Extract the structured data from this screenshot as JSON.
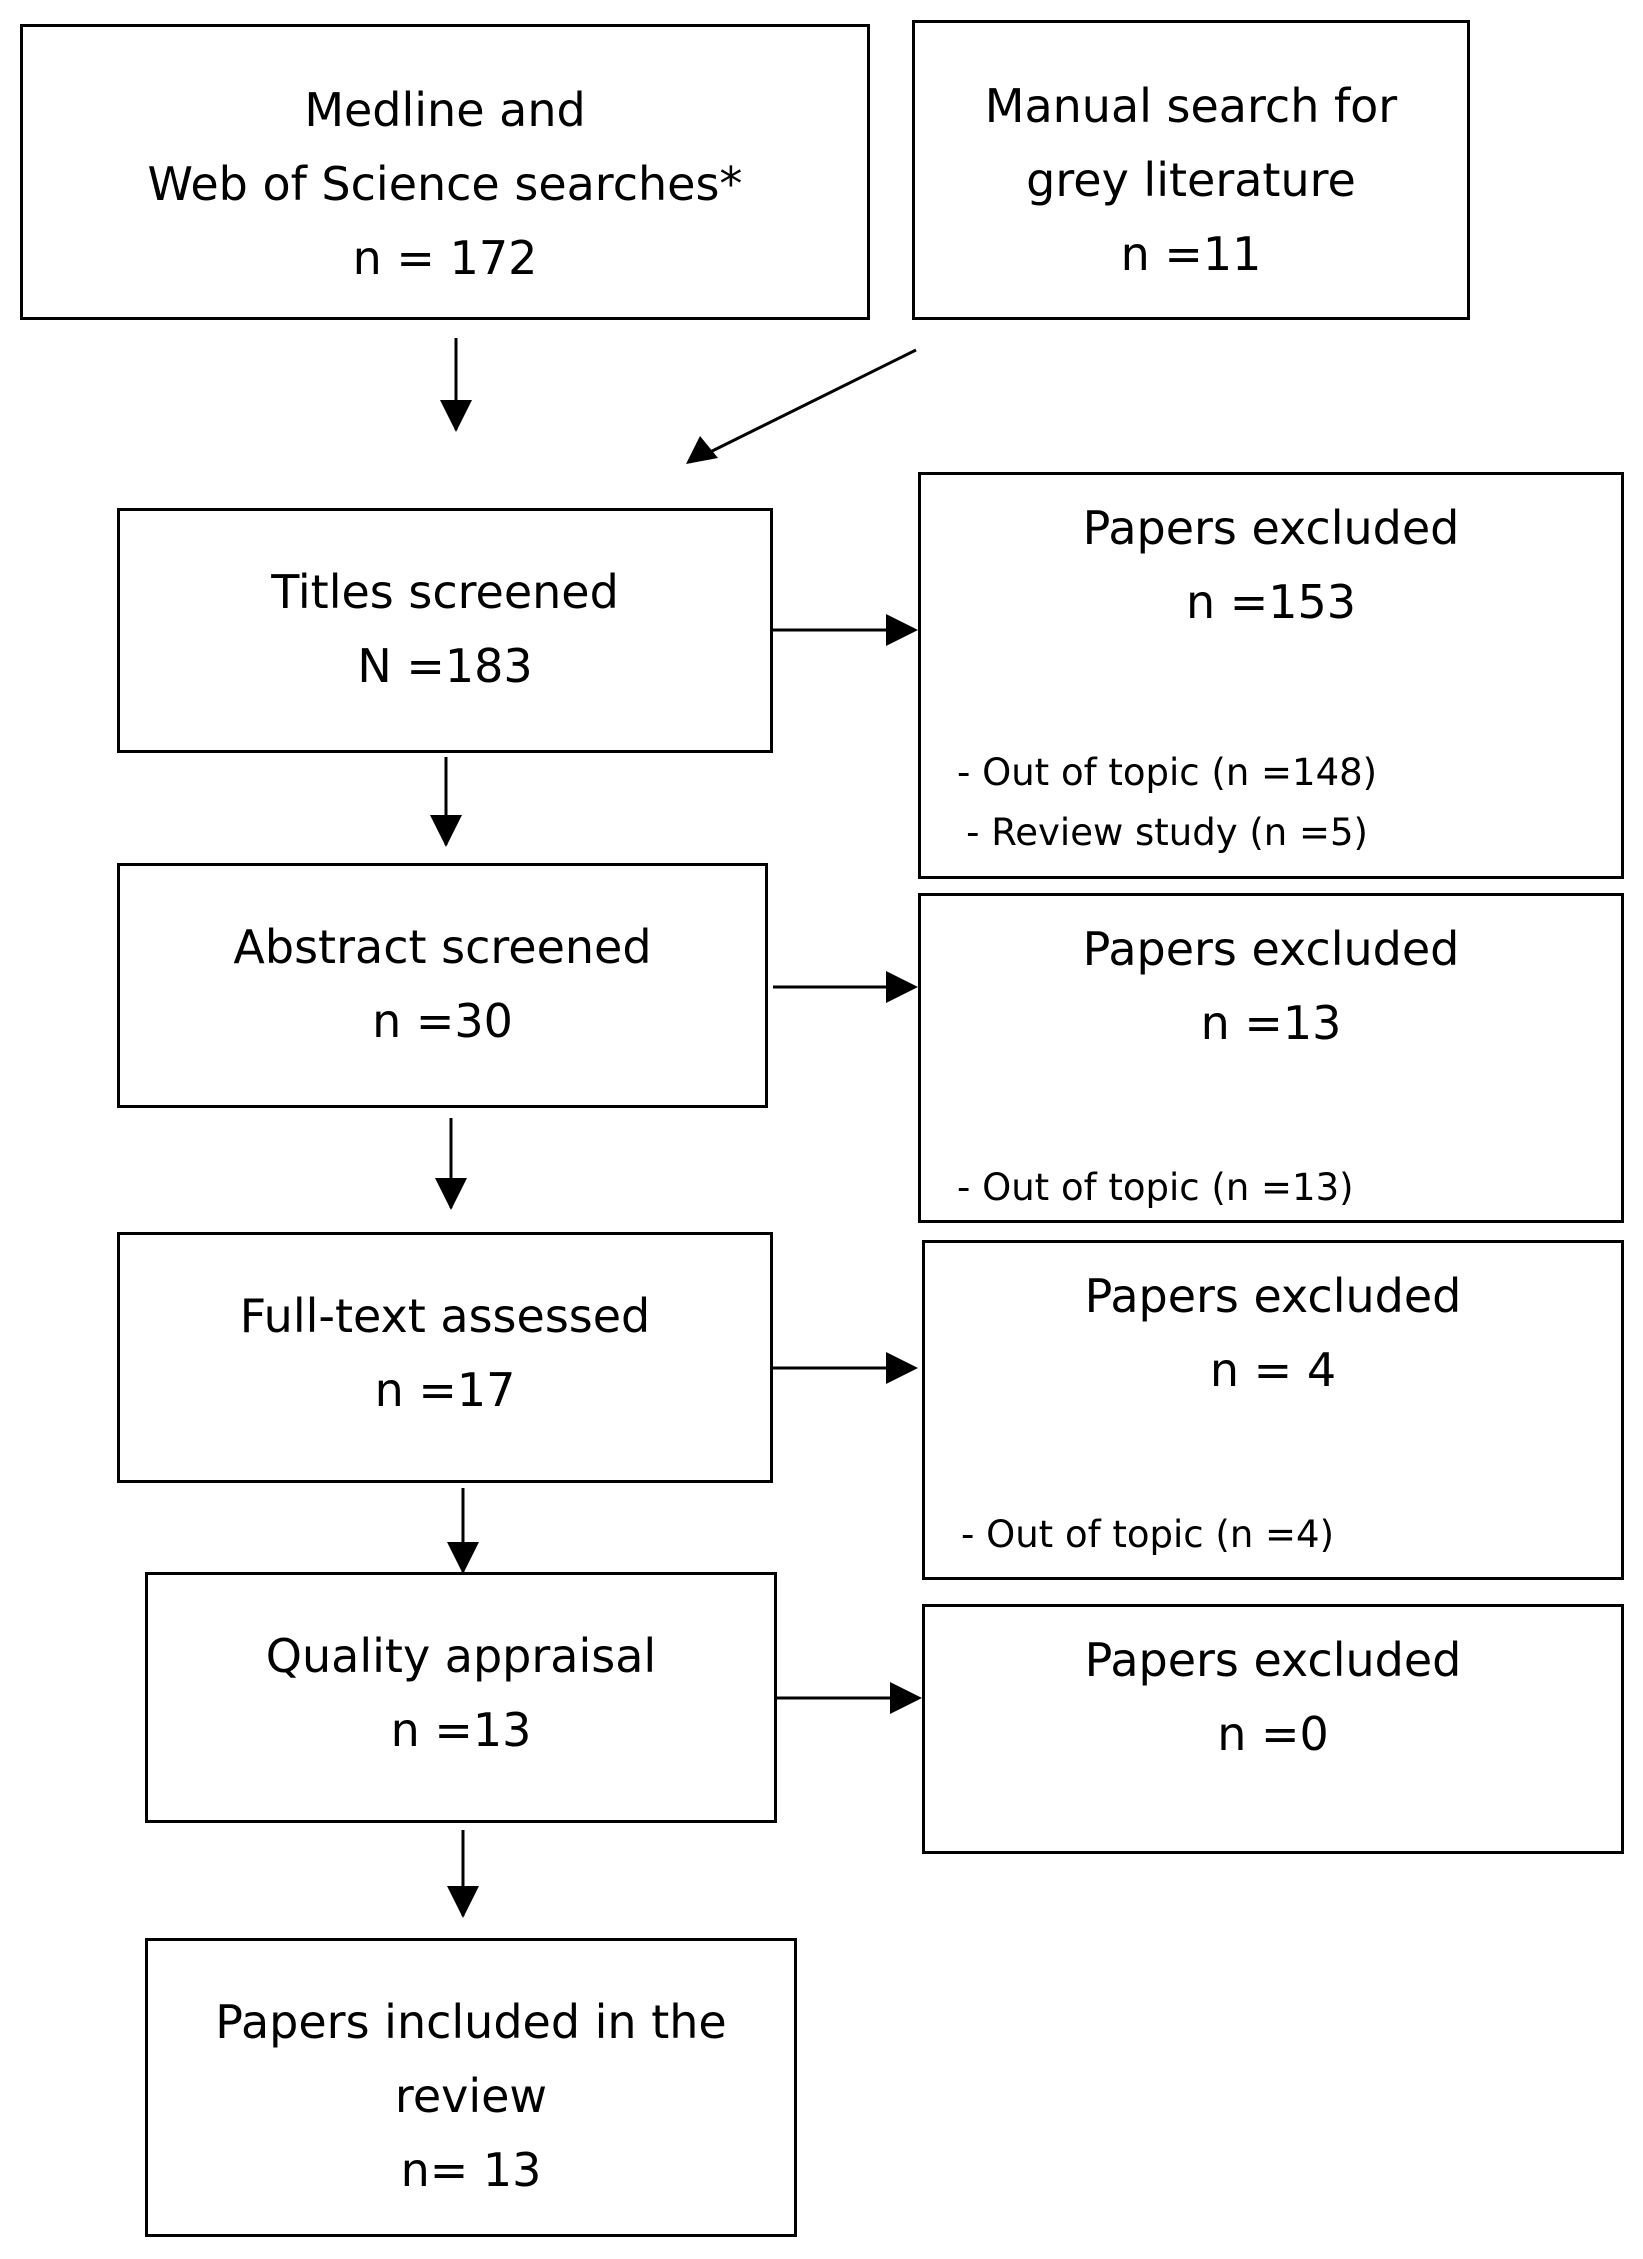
{
  "sources": {
    "database": {
      "lines": [
        "Medline and",
        "Web of Science searches*",
        "n = 172"
      ]
    },
    "grey": {
      "lines": [
        "Manual search for",
        "grey  literature",
        "n =11"
      ]
    }
  },
  "stages": {
    "titles": {
      "lines": [
        "Titles screened",
        "N =183"
      ]
    },
    "abstract": {
      "lines": [
        "Abstract screened",
        "n =30"
      ]
    },
    "fulltext": {
      "lines": [
        "Full-text assessed",
        "n =17"
      ]
    },
    "quality": {
      "lines": [
        "Quality appraisal",
        "n =13"
      ]
    },
    "included": {
      "lines": [
        "Papers included in the",
        "review",
        "n= 13"
      ]
    }
  },
  "exclusions": {
    "titles": {
      "label": "Papers excluded",
      "count": "n =153",
      "reasons": [
        "- Out of topic (n =148)",
        "- Review study (n =5)"
      ]
    },
    "abstract": {
      "label": "Papers excluded",
      "count": "n =13",
      "reasons": [
        "- Out of topic (n =13)"
      ]
    },
    "fulltext": {
      "label": "Papers excluded",
      "count": "n = 4",
      "reasons": [
        "- Out of topic (n =4)"
      ]
    },
    "quality": {
      "label": "Papers excluded",
      "count": "n =0",
      "reasons": []
    }
  }
}
